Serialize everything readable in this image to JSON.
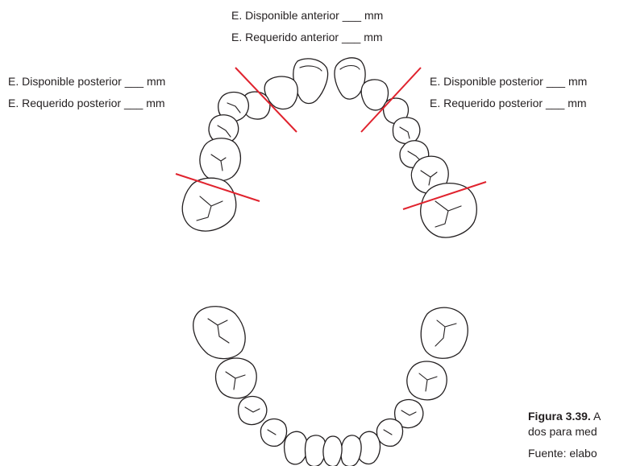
{
  "labels": {
    "anterior_available": "E. Disponible anterior ___ mm",
    "anterior_required": "E. Requerido anterior ___ mm",
    "left_posterior_available": "E. Disponible posterior ___ mm",
    "left_posterior_required": "E. Requerido posterior ___ mm",
    "right_posterior_available": "E. Disponible posterior ___ mm",
    "right_posterior_required": "E. Requerido posterior ___ mm"
  },
  "caption": {
    "figure_number": "Figura 3.39.",
    "line1_text": "A",
    "line2": "dos para med",
    "source": "Fuente: elabo"
  },
  "colors": {
    "measurement_line": "#e0232e",
    "outline": "#231f20",
    "text": "#231f20"
  }
}
